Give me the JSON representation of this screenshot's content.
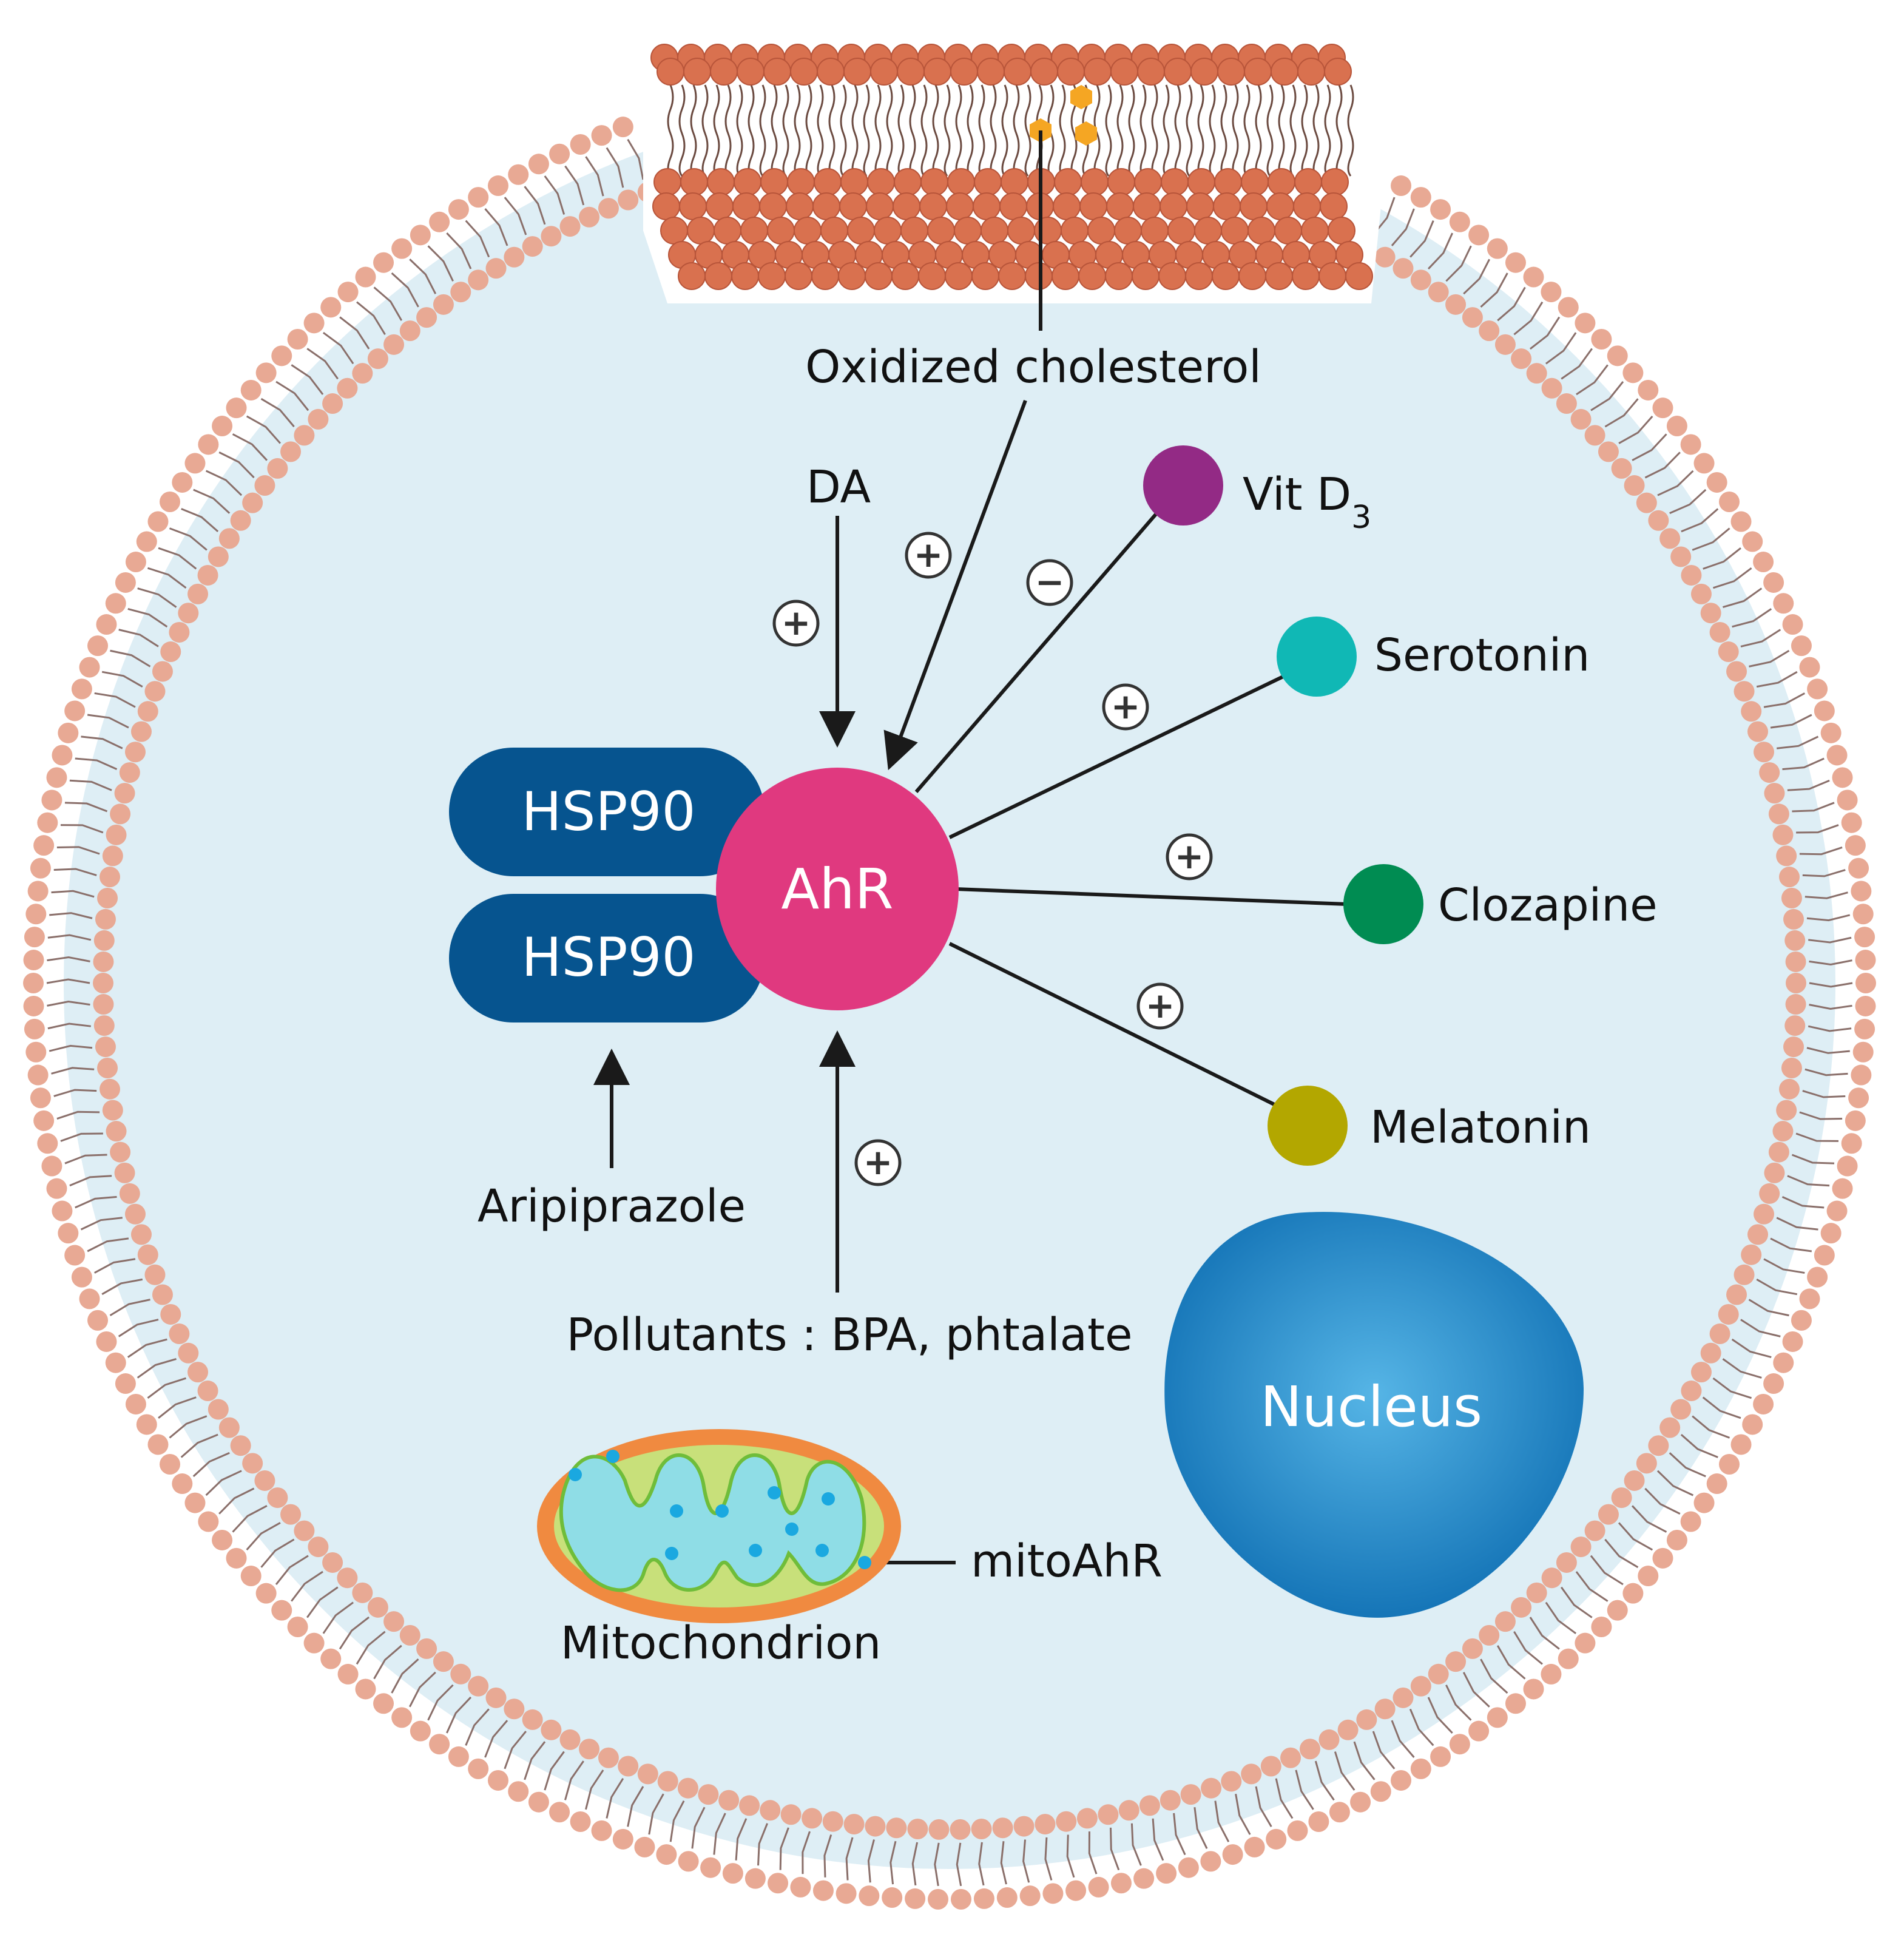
{
  "labels": {
    "oxidized_cholesterol": "Oxidized cholesterol",
    "da": "DA",
    "vit_d": "Vit D",
    "vit_d_sub": "3",
    "serotonin": "Serotonin",
    "clozapine": "Clozapine",
    "melatonin": "Melatonin",
    "aripiprazole": "Aripiprazole",
    "pollutants": "Pollutants : BPA, phtalate",
    "mitoahr": "mitoAhR",
    "mitochondrion": "Mitochondrion",
    "nucleus": "Nucleus",
    "ahr": "AhR",
    "hsp90_top": "HSP90",
    "hsp90_bottom": "HSP90"
  },
  "signs": {
    "cholesterol": "+",
    "da": "+",
    "vit_d": "−",
    "serotonin": "+",
    "clozapine": "+",
    "melatonin": "+",
    "pollutants": "+"
  },
  "colors": {
    "cytoplasm": "#deeef5",
    "membrane_head": "#e8a994",
    "membrane_tail": "#8a6f6a",
    "bilayer_head": "#d9714f",
    "cholesterol": "#f5a623",
    "ahr": "#e0397f",
    "hsp90": "#06548f",
    "vit_d": "#932a85",
    "serotonin": "#10b8b5",
    "clozapine": "#008c52",
    "melatonin": "#b3a700",
    "nucleus": "#1678ba",
    "mito_outer": "#f08a40",
    "mito_inner": "#8fdde6",
    "mito_dot": "#1aa8e0",
    "line": "#1a1a1a"
  }
}
